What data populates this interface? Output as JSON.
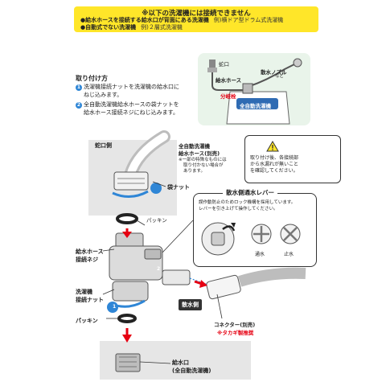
{
  "banner": {
    "title": "※以下の洗濯機には接続できません",
    "row1_strong": "●給水ホースを接続する給水口が背面にある洗濯機",
    "row1_example": "例)横ドア型ドラム式洗濯機",
    "row2_strong": "●自動式でない洗濯機",
    "row2_example": "例)２層式洗濯機"
  },
  "install": {
    "title": "取り付け方",
    "step1_line1": "洗濯機接続ナットを洗濯機の給水口に",
    "step1_line2": "ねじ込みます。",
    "step2_line1": "全自動洗濯機給水ホースの袋ナットを",
    "step2_line2": "給水ホース接続ネジにねじ込みます。",
    "step1_num": "1",
    "step2_num": "2"
  },
  "inset": {
    "faucet": "蛇口",
    "nozzle_line1": "散水ノズル",
    "nozzle_line2": "など",
    "hose": "給水ホース",
    "valve": "分岐栓",
    "machine": "全自動洗濯機"
  },
  "caution": {
    "line1": "取り付け後、各接続部",
    "line2": "から水漏れが無いこと",
    "line3": "を確認してください。"
  },
  "labels": {
    "faucet_side": "蛇口側",
    "hose_title_line1": "全自動洗濯機",
    "hose_title_line2": "給水ホース(別売)",
    "hose_note_line1": "※一部の特殊なものには",
    "hose_note_line2": "取り付かない場合が",
    "hose_note_line3": "あります。",
    "bag_nut": "袋ナット",
    "packing_top": "パッキン",
    "hose_screw_line1": "給水ホース",
    "hose_screw_line2": "接続ネジ",
    "washer_nut_line1": "洗濯機",
    "washer_nut_line2": "接続ナット",
    "packing_bottom": "パッキン",
    "spray_side": "散水側",
    "connector": "コネクター(別売)",
    "takagi": "※タカギ製推奨",
    "inlet_line1": "給水口",
    "inlet_line2": "(全自動洗濯機)"
  },
  "lever": {
    "title": "散水側通水レバー",
    "desc1": "誤作動防止のためロック機構を採用しています。",
    "desc2": "レバーを引き上げて操作してください。",
    "flow": "通水",
    "stop": "止水"
  },
  "colors": {
    "banner": "#ffe629",
    "accent_blue": "#2f86d6",
    "arrow_red": "#e60012",
    "inset_bg": "#e9f4ea"
  }
}
